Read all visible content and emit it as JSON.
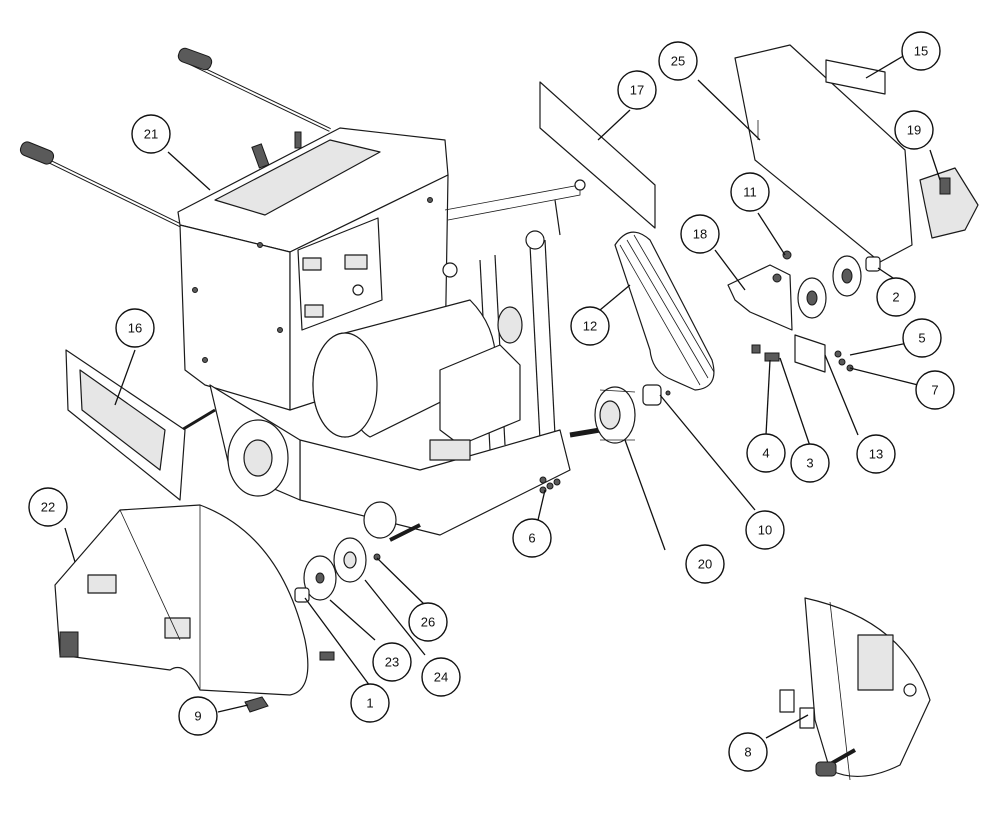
{
  "callouts": [
    {
      "n": "1"
    },
    {
      "n": "2"
    },
    {
      "n": "3"
    },
    {
      "n": "4"
    },
    {
      "n": "5"
    },
    {
      "n": "6"
    },
    {
      "n": "7"
    },
    {
      "n": "8"
    },
    {
      "n": "9"
    },
    {
      "n": "10"
    },
    {
      "n": "11"
    },
    {
      "n": "12"
    },
    {
      "n": "13"
    },
    {
      "n": "15"
    },
    {
      "n": "16"
    },
    {
      "n": "17"
    },
    {
      "n": "18"
    },
    {
      "n": "19"
    },
    {
      "n": "20"
    },
    {
      "n": "21"
    },
    {
      "n": "22"
    },
    {
      "n": "23"
    },
    {
      "n": "24"
    },
    {
      "n": "25"
    },
    {
      "n": "26"
    }
  ]
}
